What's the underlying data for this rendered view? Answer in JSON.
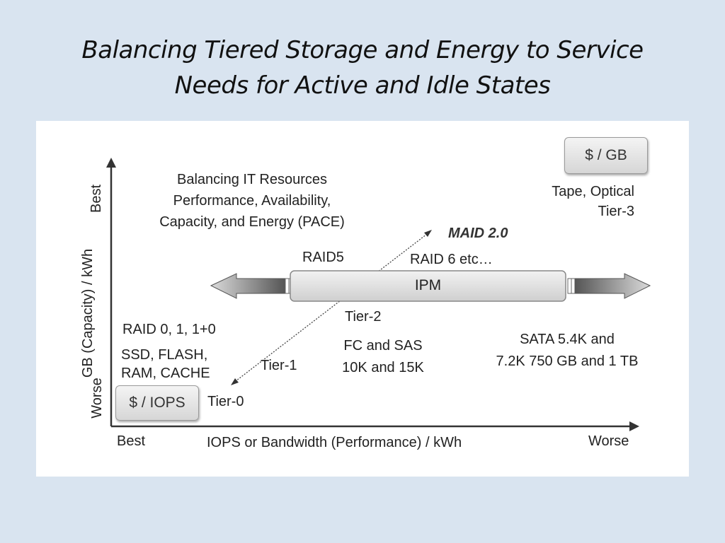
{
  "title": {
    "line1": "Balancing Tiered Storage and Energy to Service",
    "line2": "Needs for Active and Idle States"
  },
  "diagram": {
    "y_axis": {
      "label": "GB (Capacity) / kWh",
      "top": "Best",
      "bottom": "Worse"
    },
    "x_axis": {
      "label": "IOPS or Bandwidth (Performance) / kWh",
      "left": "Best",
      "right": "Worse"
    },
    "pace": {
      "line1": "Balancing IT Resources",
      "line2": "Performance, Availability,",
      "line3": "Capacity, and Energy (PACE)"
    },
    "cost_gb": "$ / GB",
    "cost_iops": "$ / IOPS",
    "tier3": {
      "line1": "Tape, Optical",
      "line2": "Tier-3"
    },
    "maid": "MAID 2.0",
    "raid5": "RAID5",
    "raid6": "RAID 6 etc…",
    "ipm": "IPM",
    "tier2": "Tier-2",
    "raid0": "RAID 0, 1, 1+0",
    "ssd": {
      "line1": "SSD, FLASH,",
      "line2": "RAM, CACHE"
    },
    "tier1": "Tier-1",
    "fc": {
      "line1": "FC and SAS",
      "line2": "10K and 15K"
    },
    "sata": {
      "line1": "SATA 5.4K and",
      "line2": "7.2K 750 GB and 1 TB"
    },
    "tier0": "Tier-0"
  }
}
